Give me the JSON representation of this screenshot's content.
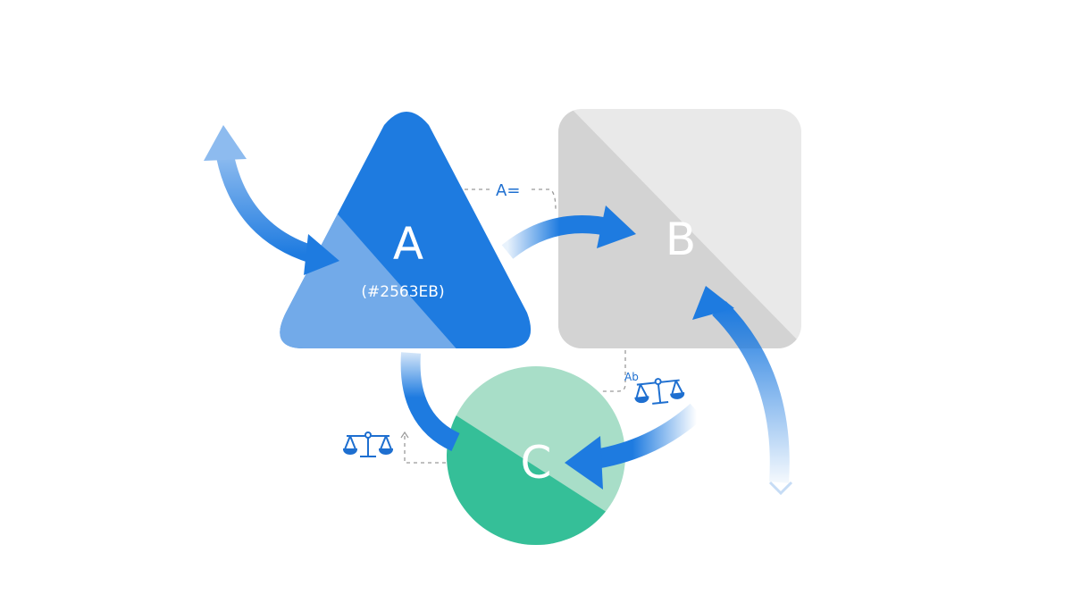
{
  "nodes": {
    "a": {
      "label": "A",
      "sublabel": "(#2563EB)",
      "color": "#1E7BE0",
      "light_color": "#72AAE9"
    },
    "b": {
      "label": "B",
      "color": "#E9E9E9",
      "dark_color": "#D3D3D3"
    },
    "c": {
      "label": "C",
      "color": "#A8DEC8",
      "dark_color": "#35BF98"
    }
  },
  "annotations": {
    "a_equals": "A=",
    "ab": "Ab"
  },
  "icons": [
    "balance-scale-icon",
    "balance-scale-icon"
  ],
  "arrow_color": "#1E7BE0"
}
